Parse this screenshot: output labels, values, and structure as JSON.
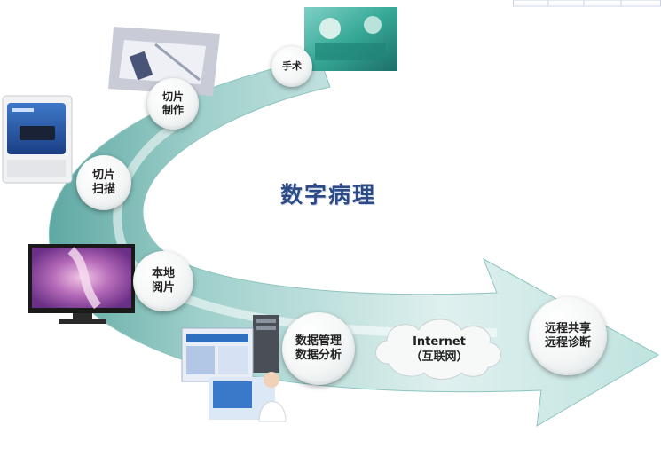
{
  "diagram": {
    "title": "数字病理",
    "steps": [
      {
        "id": "surgery",
        "label": "手术"
      },
      {
        "id": "slide-making",
        "label": "切片\n制作"
      },
      {
        "id": "slide-scanning",
        "label": "切片\n扫描"
      },
      {
        "id": "local-reading",
        "label": "本地\n阅片"
      },
      {
        "id": "data-mgmt",
        "label": "数据管理\n数据分析"
      },
      {
        "id": "remote",
        "label": "远程共享\n远程诊断"
      }
    ],
    "network": {
      "label": "Internet\n（互联网）"
    }
  },
  "colors": {
    "arrow_light": "#dff0ef",
    "arrow_mid": "#9fd0cb",
    "arrow_dark": "#5fa8a3",
    "title": "#2c4b86"
  },
  "icons": [
    "surgery-photo",
    "slide-photo",
    "scanner-device",
    "monitor-microscopy",
    "server-screens",
    "doctor-workstation",
    "cloud-icon"
  ]
}
